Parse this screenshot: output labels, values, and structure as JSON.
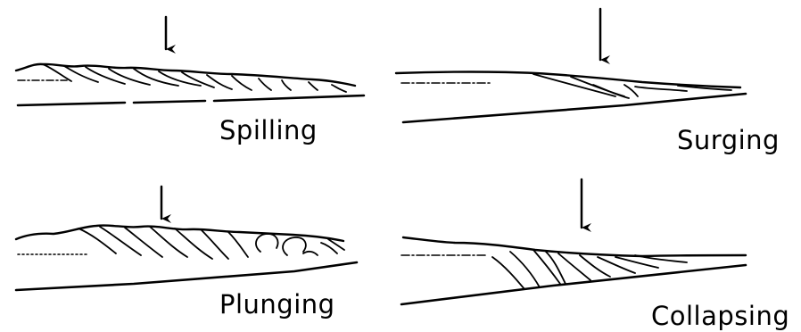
{
  "panels": [
    {
      "id": "spilling",
      "label": "Spilling"
    },
    {
      "id": "surging",
      "label": "Surging"
    },
    {
      "id": "plunging",
      "label": "Plunging"
    },
    {
      "id": "collapsing",
      "label": "Collapsing"
    }
  ],
  "colors": {
    "ink": "#000000",
    "background": "#ffffff"
  }
}
